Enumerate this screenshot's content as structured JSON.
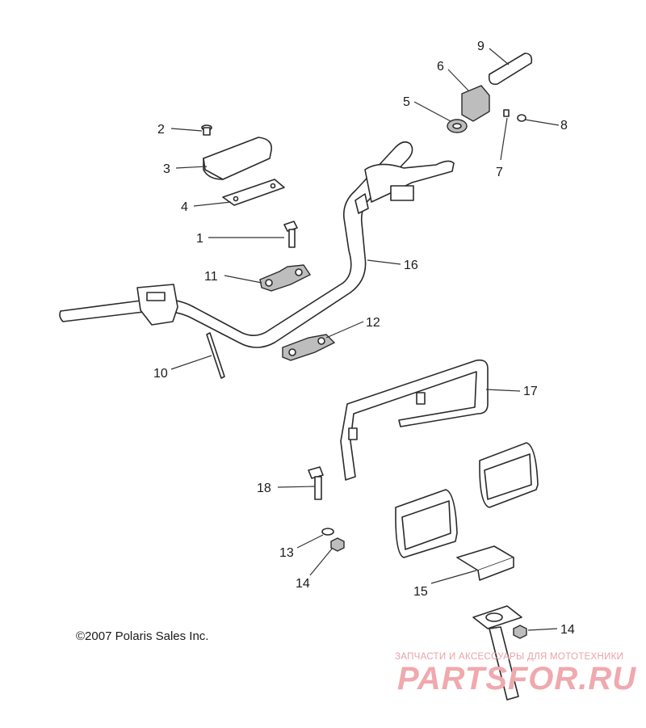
{
  "diagram": {
    "callouts": [
      {
        "id": "c2",
        "label": "2"
      },
      {
        "id": "c3",
        "label": "3"
      },
      {
        "id": "c4",
        "label": "4"
      },
      {
        "id": "c1",
        "label": "1"
      },
      {
        "id": "c11",
        "label": "11"
      },
      {
        "id": "c10",
        "label": "10"
      },
      {
        "id": "c16",
        "label": "16"
      },
      {
        "id": "c12",
        "label": "12"
      },
      {
        "id": "c5",
        "label": "5"
      },
      {
        "id": "c6",
        "label": "6"
      },
      {
        "id": "c9",
        "label": "9"
      },
      {
        "id": "c8",
        "label": "8"
      },
      {
        "id": "c7",
        "label": "7"
      },
      {
        "id": "c17",
        "label": "17"
      },
      {
        "id": "c18",
        "label": "18"
      },
      {
        "id": "c13",
        "label": "13"
      },
      {
        "id": "c14a",
        "label": "14"
      },
      {
        "id": "c15",
        "label": "15"
      },
      {
        "id": "c14b",
        "label": "14"
      }
    ],
    "copyright": "©2007 Polaris Sales Inc.",
    "watermark": {
      "subtitle": "ЗАПЧАСТИ И АКСЕССУАРЫ ДЛЯ МОТОТЕХНИКИ",
      "logo": "PARTSFOR.RU"
    }
  }
}
